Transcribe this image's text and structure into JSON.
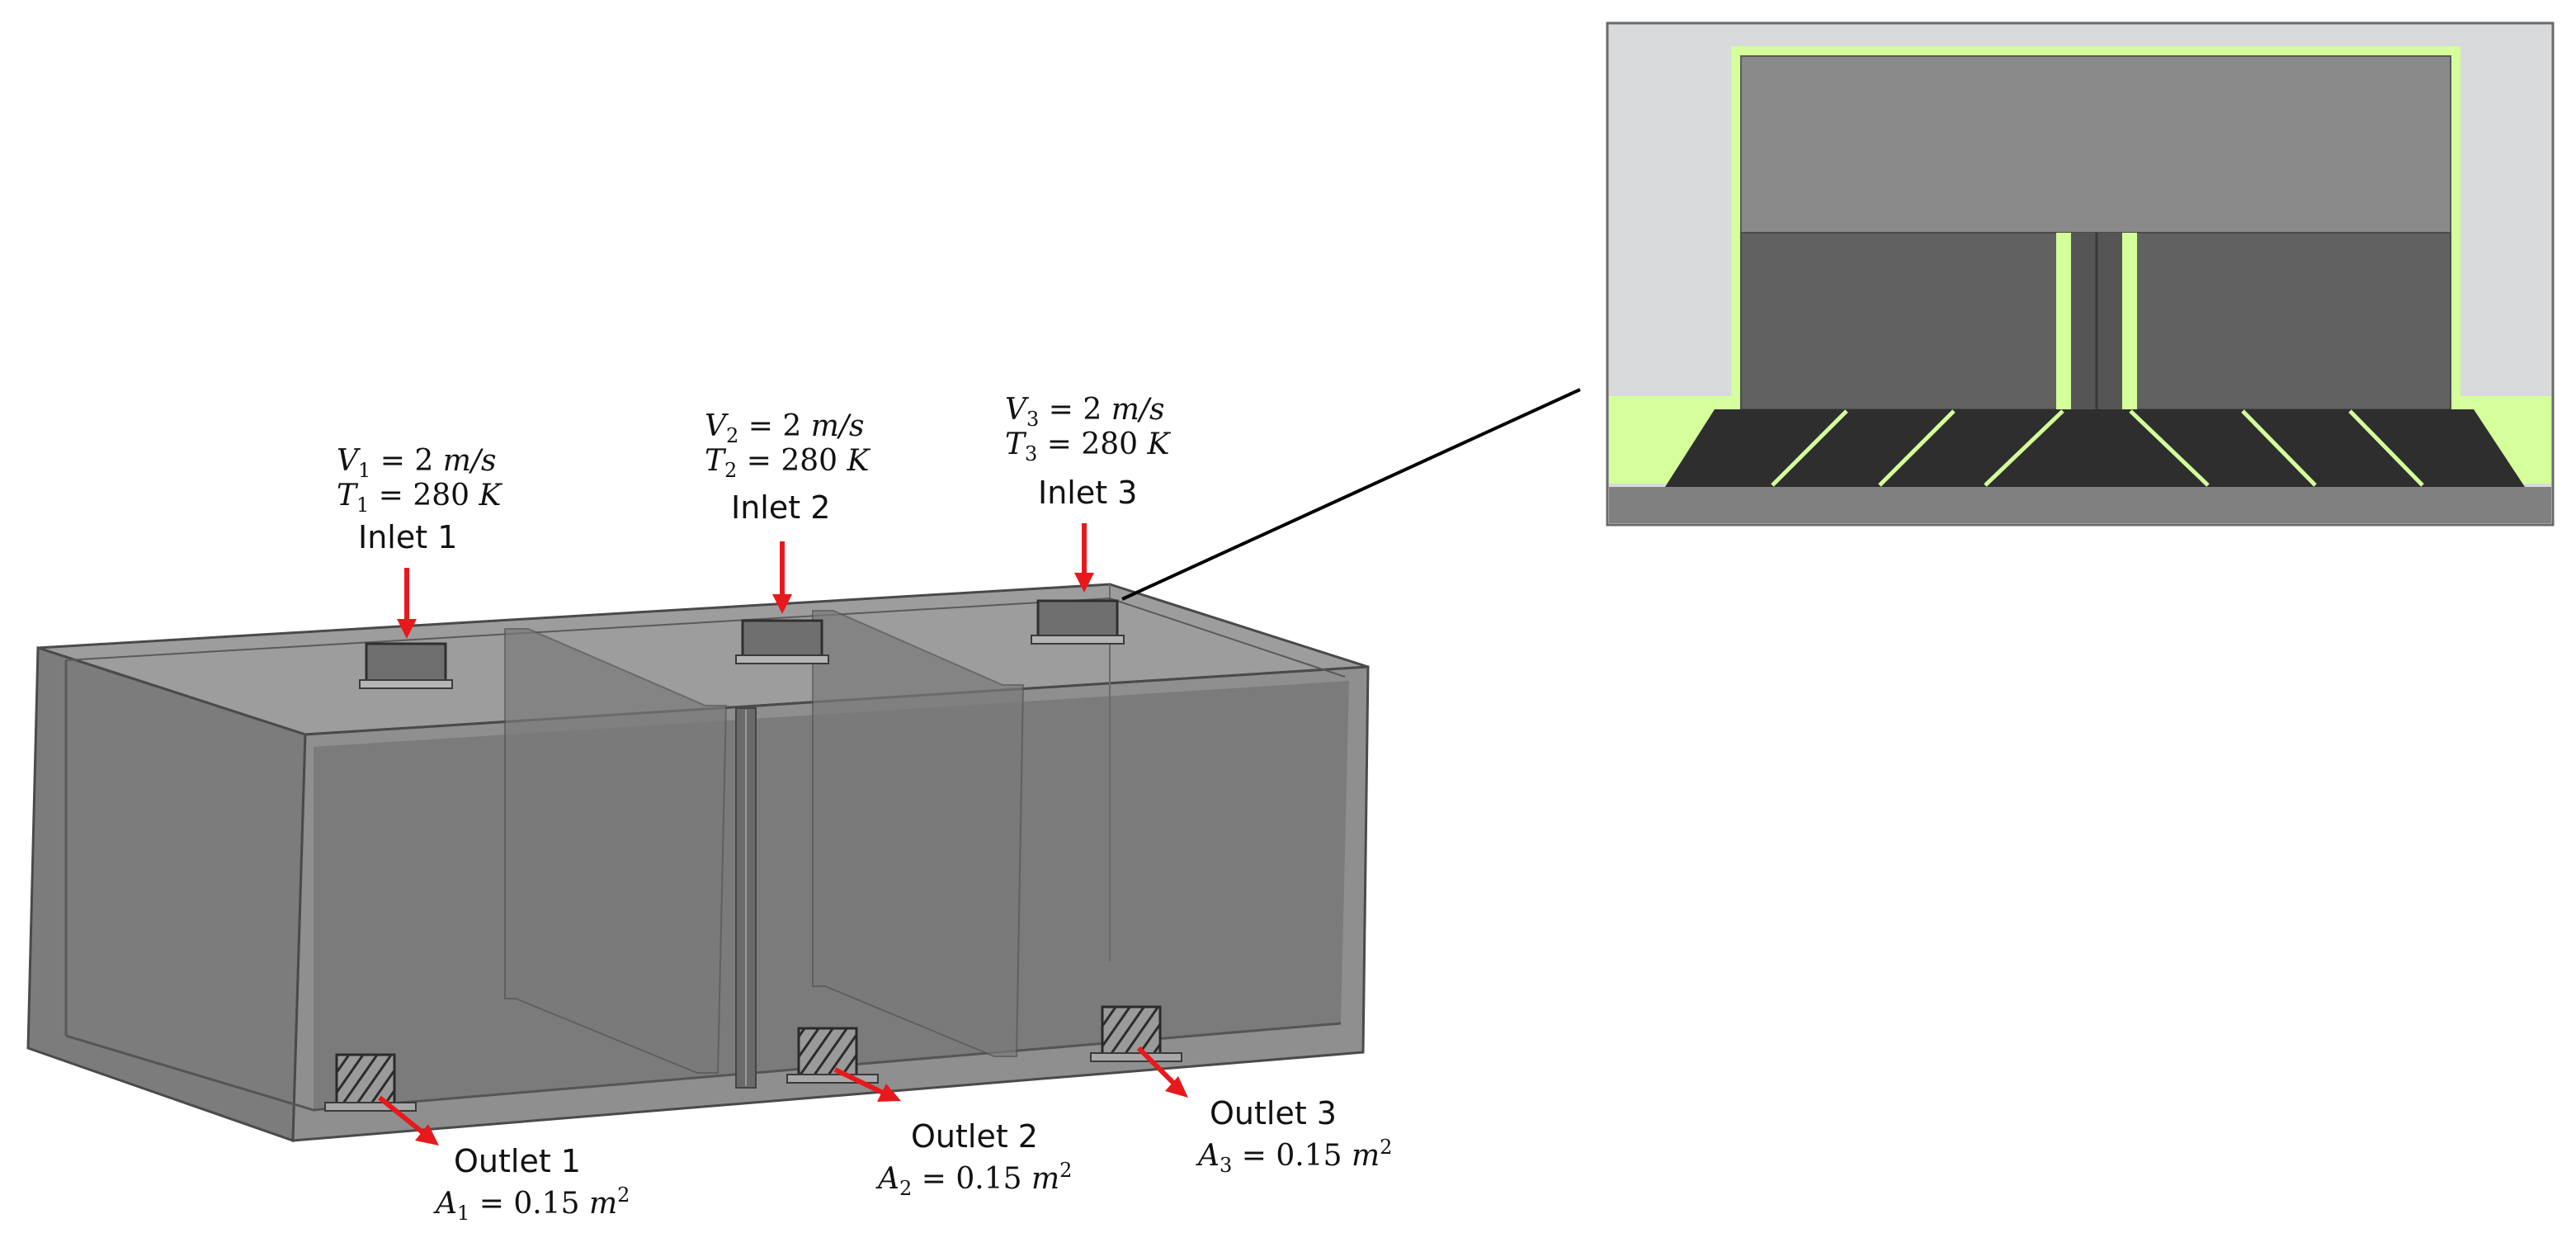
{
  "colors": {
    "arrow": "#e8191c",
    "highlight": "#d4ff9a",
    "tank_face": "#8f8f8f",
    "tank_inner": "#6e6e6e",
    "tank_edge": "#4a4a4a",
    "inset_bg": "#d9dadb",
    "inset_wall": "#8a8a8a",
    "inset_dark": "#616161",
    "inset_floor": "#2e2e2e",
    "inset_base": "#808080",
    "leader_line": "#000000"
  },
  "inlets": [
    {
      "label": "Inlet 1",
      "v_var": "V",
      "v_sub": "1",
      "v_val": " = 2 ",
      "v_unit": "m/s",
      "t_var": "T",
      "t_sub": "1",
      "t_val": " = 280 ",
      "t_unit": "K"
    },
    {
      "label": "Inlet 2",
      "v_var": "V",
      "v_sub": "2",
      "v_val": " = 2 ",
      "v_unit": "m/s",
      "t_var": "T",
      "t_sub": "2",
      "t_val": " = 280 ",
      "t_unit": "K"
    },
    {
      "label": "Inlet 3",
      "v_var": "V",
      "v_sub": "3",
      "v_val": " = 2 ",
      "v_unit": "m/s",
      "t_var": "T",
      "t_sub": "3",
      "t_val": " = 280 ",
      "t_unit": "K"
    }
  ],
  "outlets": [
    {
      "label": "Outlet 1",
      "a_var": "A",
      "a_sub": "1",
      "a_val": " = 0.15 ",
      "a_unit": "m",
      "a_exp": "2"
    },
    {
      "label": "Outlet 2",
      "a_var": "A",
      "a_sub": "2",
      "a_val": " = 0.15 ",
      "a_unit": "m",
      "a_exp": "2"
    },
    {
      "label": "Outlet 3",
      "a_var": "A",
      "a_sub": "3",
      "a_val": " = 0.15 ",
      "a_unit": "m",
      "a_exp": "2"
    }
  ]
}
